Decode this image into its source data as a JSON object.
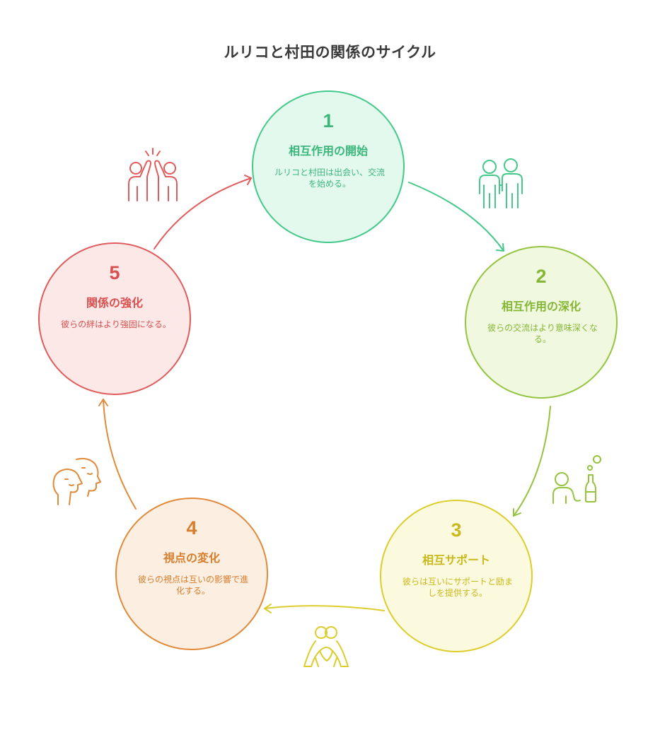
{
  "title": "ルリコと村田の関係のサイクル",
  "steps": [
    {
      "number": "1",
      "title": "相互作用の開始",
      "description": "ルリコと村田は出会い、交流を始める。",
      "color": "#44c98a"
    },
    {
      "number": "2",
      "title": "相互作用の深化",
      "description": "彼らの交流はより意味深くなる。",
      "color": "#94c440"
    },
    {
      "number": "3",
      "title": "相互サポート",
      "description": "彼らは互いにサポートと励ましを提供する。",
      "color": "#dccd2c"
    },
    {
      "number": "4",
      "title": "視点の変化",
      "description": "彼らの視点は互いの影響で進化する。",
      "color": "#e08a3a"
    },
    {
      "number": "5",
      "title": "関係の強化",
      "description": "彼らの絆はより強固になる。",
      "color": "#e05c5c"
    }
  ],
  "icons": [
    "two-people-icon",
    "person-with-bottle-icon",
    "hugging-people-icon",
    "two-faces-icon",
    "high-five-icon"
  ]
}
